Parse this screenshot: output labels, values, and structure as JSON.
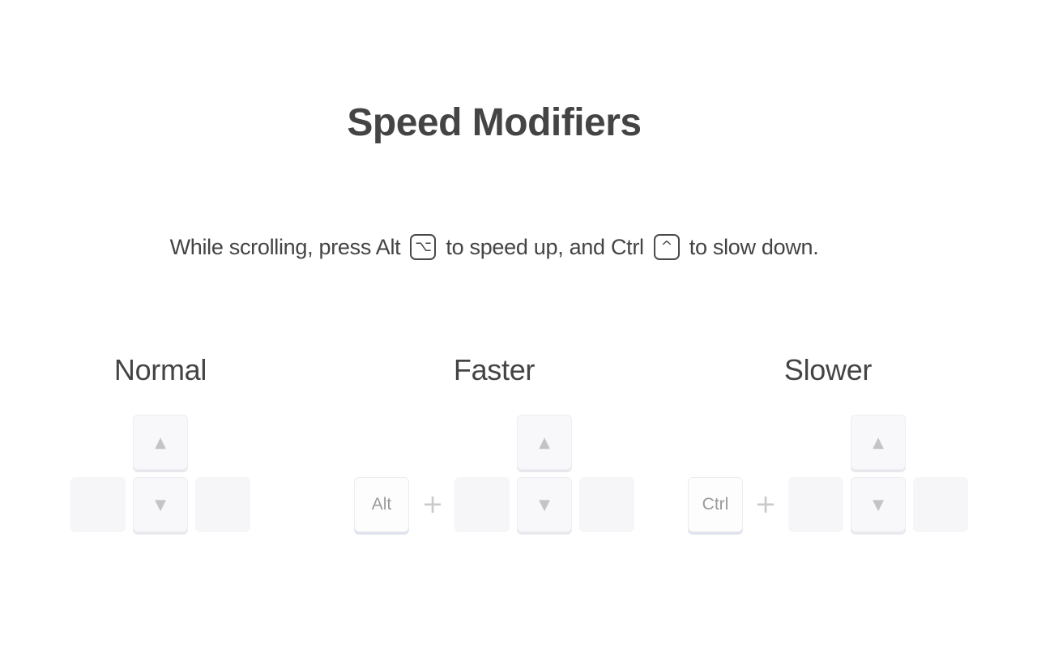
{
  "title": "Speed Modifiers",
  "instructions": {
    "part1": "While scrolling, press Alt",
    "alt_symbol": "⌥",
    "part2": "to speed up, and Ctrl",
    "ctrl_symbol": "^",
    "part3": "to slow down."
  },
  "columns": {
    "normal": {
      "label": "Normal"
    },
    "faster": {
      "label": "Faster",
      "modifier": "Alt",
      "plus": "+"
    },
    "slower": {
      "label": "Slower",
      "modifier": "Ctrl",
      "plus": "+"
    }
  },
  "arrows": {
    "up": "▲",
    "down": "▼"
  }
}
